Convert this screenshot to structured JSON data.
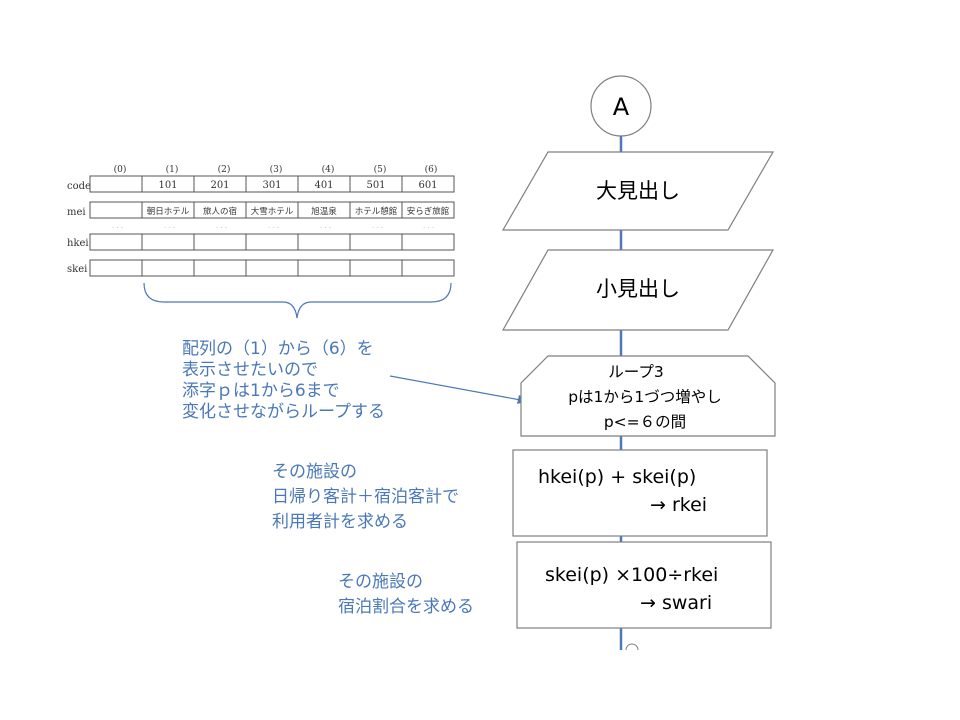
{
  "table": {
    "indices": [
      "(0)",
      "(1)",
      "(2)",
      "(3)",
      "(4)",
      "(5)",
      "(6)"
    ],
    "rows": [
      {
        "label": "code",
        "cells": [
          "",
          "101",
          "201",
          "301",
          "401",
          "501",
          "601"
        ]
      },
      {
        "label": "mei",
        "cells": [
          "",
          "朝日ホテル",
          "旅人の宿",
          "大雪ホテル",
          "旭温泉",
          "ホテル憩館",
          "安らぎ旅館"
        ]
      },
      {
        "label": "hkei",
        "cells": [
          "",
          "",
          "",
          "",
          "",
          "",
          ""
        ]
      },
      {
        "label": "skei",
        "cells": [
          "",
          "",
          "",
          "",
          "",
          "",
          ""
        ]
      }
    ]
  },
  "notes": {
    "array_note": [
      "配列の（1）から（6）を",
      "表示させたいので",
      "添字ｐは1から6まで",
      "変化させながらループする"
    ],
    "total_note": [
      "その施設の",
      "日帰り客計＋宿泊客計で",
      "利用者計を求める"
    ],
    "ratio_note": [
      "その施設の",
      "宿泊割合を求める"
    ]
  },
  "flow": {
    "connector_label": "A",
    "heading_large": "大見出し",
    "heading_small": "小見出し",
    "loop": [
      "ループ3",
      "pは1から1づつ増やし",
      "p<=６の間"
    ],
    "process1": [
      "hkei(p) + skei(p)",
      "→ rkei"
    ],
    "process2": [
      "skei(p) ×100÷rkei",
      "→ swari"
    ]
  },
  "colors": {
    "flow_line": "#4a78b8",
    "shape_stroke": "#7f7f7f",
    "note_text": "#4a78b8"
  }
}
